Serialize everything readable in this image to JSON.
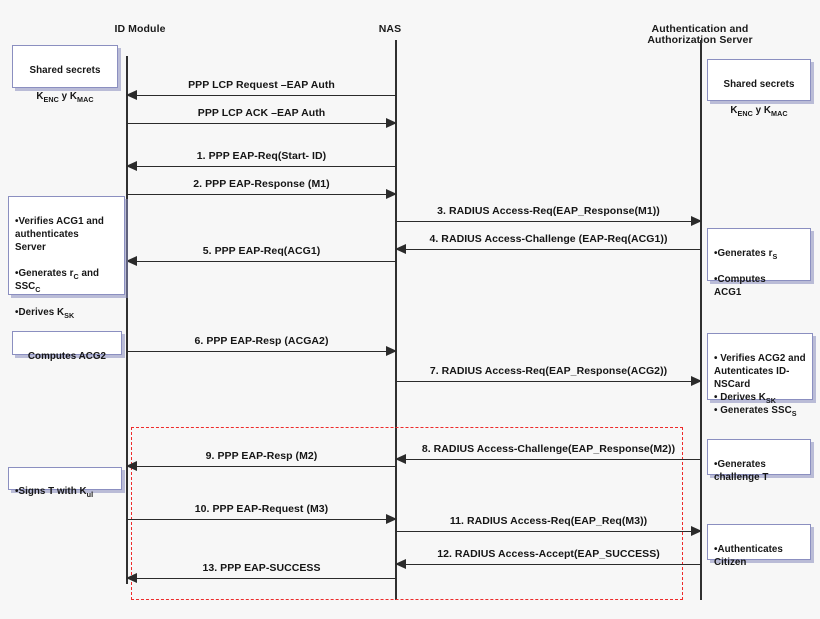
{
  "diagram": {
    "title": "EAP/RADIUS authentication sequence",
    "lifelines": [
      {
        "id": "id-module",
        "label": "ID Module"
      },
      {
        "id": "nas",
        "label": "NAS"
      },
      {
        "id": "aaa",
        "label": "Authentication and\nAuthorization Server"
      }
    ],
    "messages": [
      {
        "n": "",
        "label": "PPP LCP Request –EAP Auth",
        "from": "nas",
        "to": "id-module"
      },
      {
        "n": "",
        "label": "PPP LCP ACK –EAP Auth",
        "from": "id-module",
        "to": "nas"
      },
      {
        "n": "1.",
        "label": "1. PPP EAP-Req(Start- ID)",
        "from": "nas",
        "to": "id-module"
      },
      {
        "n": "2.",
        "label": "2. PPP EAP-Response (M1)",
        "from": "id-module",
        "to": "nas"
      },
      {
        "n": "3.",
        "label": "3. RADIUS Access-Req(EAP_Response(M1))",
        "from": "nas",
        "to": "aaa"
      },
      {
        "n": "4.",
        "label": "4. RADIUS Access-Challenge (EAP-Req(ACG1))",
        "from": "aaa",
        "to": "nas"
      },
      {
        "n": "5.",
        "label": "5. PPP EAP-Req(ACG1)",
        "from": "nas",
        "to": "id-module"
      },
      {
        "n": "6.",
        "label": "6. PPP EAP-Resp (ACGA2)",
        "from": "id-module",
        "to": "nas"
      },
      {
        "n": "7.",
        "label": "7. RADIUS Access-Req(EAP_Response(ACG2))",
        "from": "nas",
        "to": "aaa"
      },
      {
        "n": "8.",
        "label": "8. RADIUS Access-Challenge(EAP_Response(M2))",
        "from": "aaa",
        "to": "nas"
      },
      {
        "n": "9.",
        "label": "9. PPP EAP-Resp (M2)",
        "from": "nas",
        "to": "id-module"
      },
      {
        "n": "10.",
        "label": "10. PPP EAP-Request (M3)",
        "from": "id-module",
        "to": "nas"
      },
      {
        "n": "11.",
        "label": "11. RADIUS Access-Req(EAP_Req(M3))",
        "from": "nas",
        "to": "aaa"
      },
      {
        "n": "12.",
        "label": "12. RADIUS Access-Accept(EAP_SUCCESS)",
        "from": "aaa",
        "to": "nas"
      },
      {
        "n": "13.",
        "label": "13. PPP EAP-SUCCESS",
        "from": "nas",
        "to": "id-module"
      }
    ],
    "notes": [
      {
        "id": "note-client-shared-secrets",
        "side": "left",
        "line1": "Shared secrets",
        "line2": "K",
        "sub2": "ENC",
        "line3": " y K",
        "sub3": "MAC"
      },
      {
        "id": "note-server-shared-secrets",
        "side": "right",
        "line1": "Shared secrets",
        "line2": "K",
        "sub2": "ENC",
        "line3": " y K",
        "sub3": "MAC"
      },
      {
        "id": "note-client-verify-acg1",
        "side": "left",
        "text": "•Verifies ACG1 and\nauthenticates\nServer\n\n•Generates r",
        "sub": "C",
        "text2": " and\nSSC",
        "sub2": "C",
        "text3": "\n\n•Derives K",
        "sub3": "SK"
      },
      {
        "id": "note-server-generate-acg1",
        "side": "right",
        "text": "•Generates r",
        "sub": "S",
        "text2": "\n\n•Computes\nACG1"
      },
      {
        "id": "note-client-computes-acg2",
        "side": "left",
        "text": "Computes ACG2"
      },
      {
        "id": "note-server-verify-acg2",
        "side": "right",
        "text": "• Verifies ACG2 and\nAutenticates ID-\nNSCard\n• Derives K",
        "sub": "SK",
        "text2": "\n• Generates SSC",
        "sub2": "S"
      },
      {
        "id": "note-server-challenge-t",
        "side": "right",
        "text": "•Generates\nchallenge T"
      },
      {
        "id": "note-client-signs-t",
        "side": "left",
        "text": "•Signs T with K",
        "sub": "ul"
      },
      {
        "id": "note-server-auth-citizen",
        "side": "right",
        "text": "•Authenticates\nCitizen"
      }
    ],
    "highlight": {
      "id": "signature-phase-region",
      "color": "#ee2b2b",
      "style": "dashed"
    },
    "colors": {
      "note_border": "#8b8fc0",
      "note_shadow": "#888cbe",
      "line": "#2b2b2b",
      "highlight": "#ee2b2b",
      "background": "#f7f7f7"
    }
  }
}
